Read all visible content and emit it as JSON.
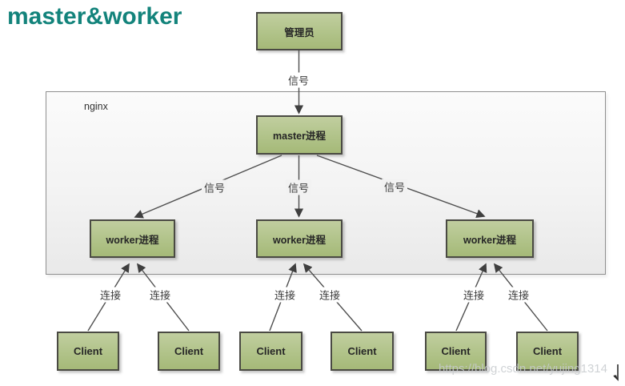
{
  "title": {
    "text": "master&worker",
    "color": "#13837B"
  },
  "nginx_container": {
    "label": "nginx"
  },
  "nodes": {
    "admin": {
      "label": "管理员"
    },
    "master": {
      "label": "master进程"
    },
    "workers": [
      {
        "label": "worker进程"
      },
      {
        "label": "worker进程"
      },
      {
        "label": "worker进程"
      }
    ],
    "clients": [
      {
        "label": "Client"
      },
      {
        "label": "Client"
      },
      {
        "label": "Client"
      },
      {
        "label": "Client"
      },
      {
        "label": "Client"
      },
      {
        "label": "Client"
      }
    ]
  },
  "edges": {
    "signal_top": {
      "label": "信号"
    },
    "signals": [
      {
        "label": "信号"
      },
      {
        "label": "信号"
      },
      {
        "label": "信号"
      }
    ],
    "connections": [
      {
        "label": "连接"
      },
      {
        "label": "连接"
      },
      {
        "label": "连接"
      },
      {
        "label": "连接"
      },
      {
        "label": "连接"
      },
      {
        "label": "连接"
      }
    ]
  },
  "watermark": {
    "text": "https://blog.csdn.net/yujing1314"
  },
  "colors": {
    "title": "#13837B",
    "node_fill_top": "#c1ce9f",
    "node_fill_bottom": "#a5b978",
    "node_border": "#4a4a43",
    "container_border": "#8f8f8f",
    "container_fill": "#f3f3f3",
    "line": "#4f4f4f",
    "watermark": "#c7cbce"
  }
}
